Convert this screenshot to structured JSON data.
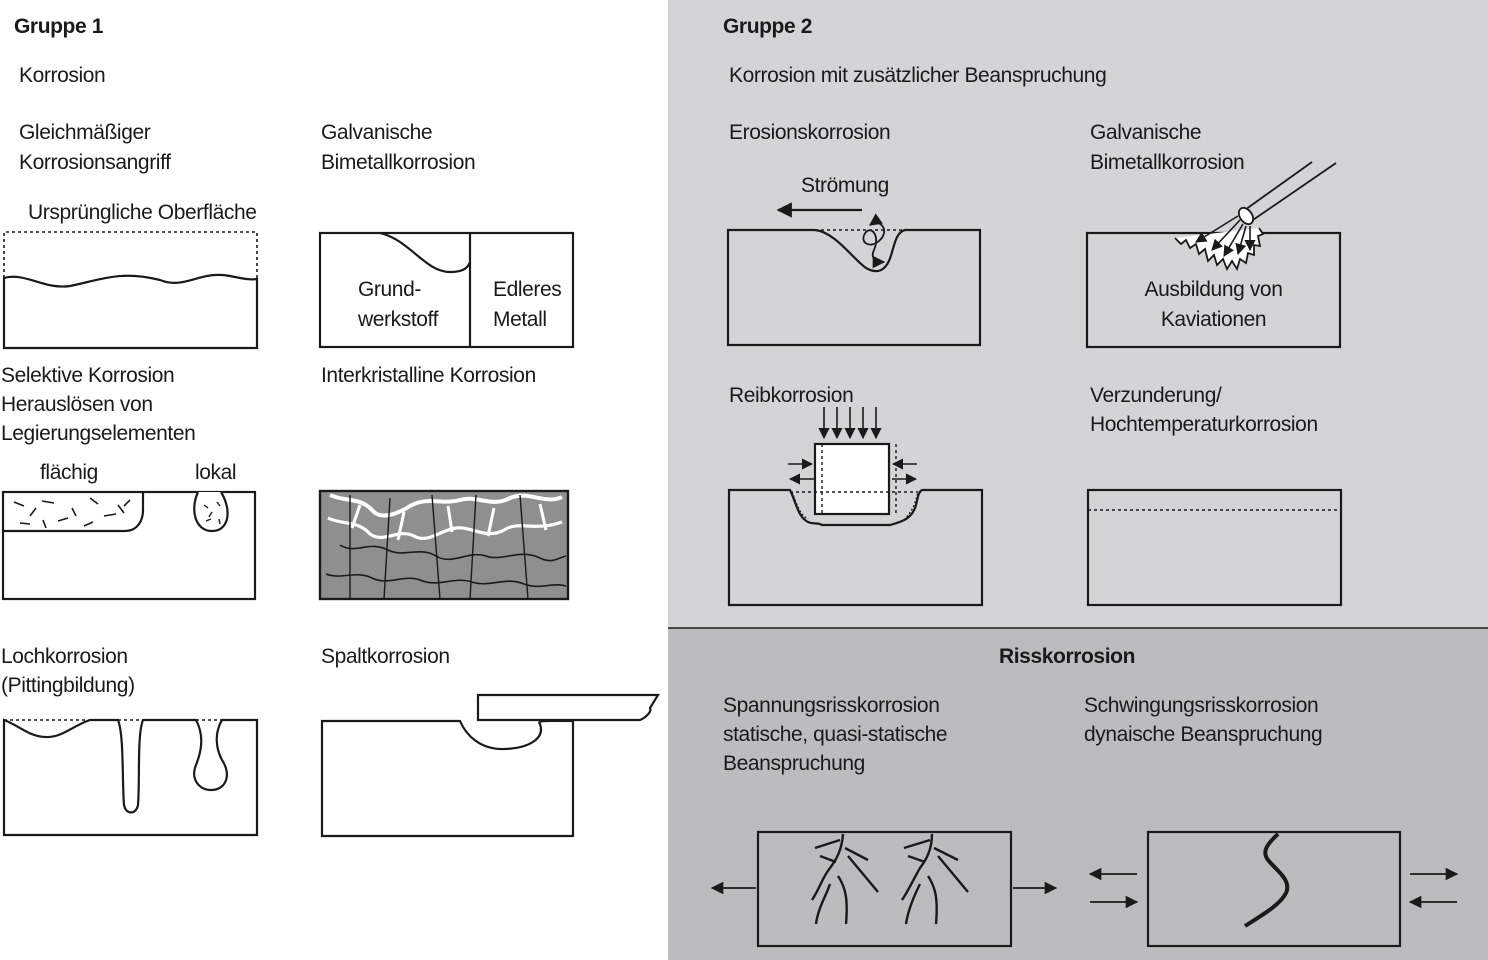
{
  "group1": {
    "title": "Gruppe 1",
    "subtitle": "Korrosion",
    "uniform": {
      "line1": "Gleichmäßiger",
      "line2": "Korrosionsangriff",
      "surface_label": "Ursprüngliche Oberfläche"
    },
    "galvanic": {
      "line1": "Galvanische",
      "line2": "Bimetallkorrosion",
      "base_line1": "Grund-",
      "base_line2": "werkstoff",
      "noble_line1": "Edleres",
      "noble_line2": "Metall"
    },
    "selective": {
      "line1": "Selektive Korrosion",
      "line2": "Herauslösen von",
      "line3": "Legierungselementen",
      "flat_label": "flächig",
      "local_label": "lokal"
    },
    "intergranular": {
      "title": "Interkristalline Korrosion"
    },
    "pitting": {
      "line1": "Lochkorrosion",
      "line2": "(Pittingbildung)"
    },
    "crevice": {
      "title": "Spaltkorrosion"
    }
  },
  "group2": {
    "title": "Gruppe 2",
    "subtitle": "Korrosion mit zusätzlicher Beanspruchung",
    "erosion": {
      "title": "Erosionskorrosion",
      "flow_label": "Strömung"
    },
    "galvanic": {
      "line1": "Galvanische",
      "line2": "Bimetallkorrosion",
      "cav_line1": "Ausbildung von",
      "cav_line2": "Kaviationen"
    },
    "fretting": {
      "title": "Reibkorrosion"
    },
    "scaling": {
      "line1": "Verzunderung/",
      "line2": "Hochtemperaturkorrosion"
    }
  },
  "crack": {
    "title": "Risskorrosion",
    "stress": {
      "line1": "Spannungsrisskorrosion",
      "line2": "statische, quasi-statische",
      "line3": "Beanspruchung"
    },
    "fatigue": {
      "line1": "Schwingungsrisskorrosion",
      "line2": "dynaische Beanspruchung"
    }
  },
  "colors": {
    "group2_bg": "#d3d4d6",
    "crack_bg": "#bbbcbe",
    "ink": "#1a1a1a",
    "grain_fill": "#8f8f8f"
  }
}
